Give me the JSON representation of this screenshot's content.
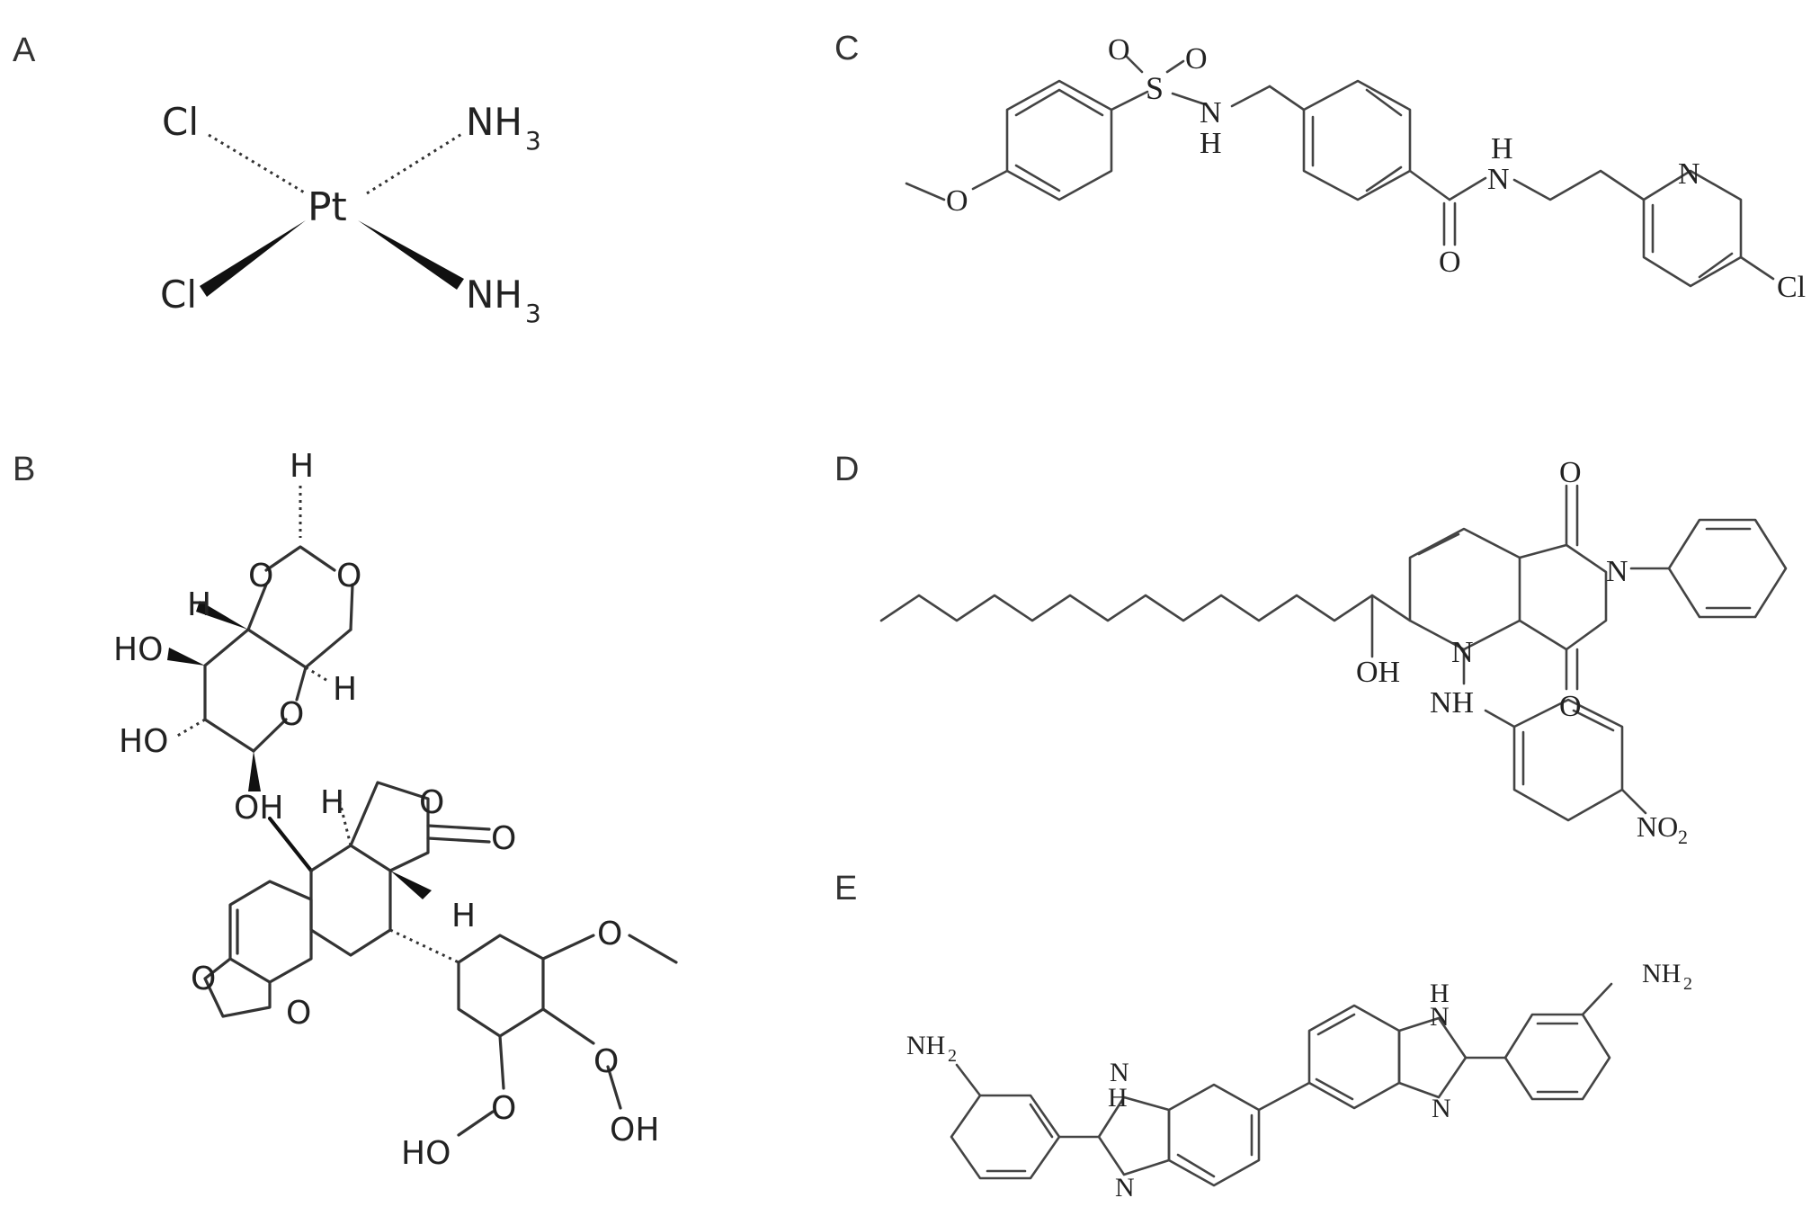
{
  "panels": [
    {
      "id": "A",
      "label": "A"
    },
    {
      "id": "B",
      "label": "B"
    },
    {
      "id": "C",
      "label": "C"
    },
    {
      "id": "D",
      "label": "D"
    },
    {
      "id": "E",
      "label": "E"
    }
  ],
  "atoms": {
    "A": {
      "cl_top": "Cl",
      "cl_bottom": "Cl",
      "pt": "Pt",
      "nh3_top": "NH",
      "nh3_bottom": "NH",
      "sub3": "3"
    },
    "B": {
      "h_top": "H",
      "o_ring1": "O",
      "o_ring2": "O",
      "h_left": "H",
      "ho_1": "HO",
      "h_right": "H",
      "o_ring3": "O",
      "ho_2": "HO",
      "oh_link": "OH",
      "h_lactone": "H",
      "o_lactone": "O",
      "o_carbonyl": "O",
      "h_lower": "H",
      "o_methoxy": "O",
      "o_diox1": "O",
      "o_diox2": "O",
      "o_peroxy1": "O",
      "o_peroxy2": "O",
      "oh_right": "OH",
      "ho_bottom": "HO"
    },
    "C": {
      "o_top1": "O",
      "o_top2": "O",
      "s": "S",
      "n1": "N",
      "h1": "H",
      "o_methoxy": "O",
      "h_amide": "H",
      "n_amide": "N",
      "o_amide": "O",
      "n_pyridine": "N",
      "cl": "Cl"
    },
    "D": {
      "o_top": "O",
      "n_imide": "N",
      "o_bottom": "O",
      "oh": "OH",
      "n_ring": "N",
      "nh": "NH",
      "no2": "NO",
      "sub2": "2"
    },
    "E": {
      "nh2_left": "NH",
      "nh2_right": "NH",
      "sub2": "2",
      "n_top_left": "N",
      "h_top_left": "H",
      "n_bottom_left": "N",
      "h_top_right": "H",
      "n_top_right": "N",
      "n_bottom_right": "N"
    }
  }
}
